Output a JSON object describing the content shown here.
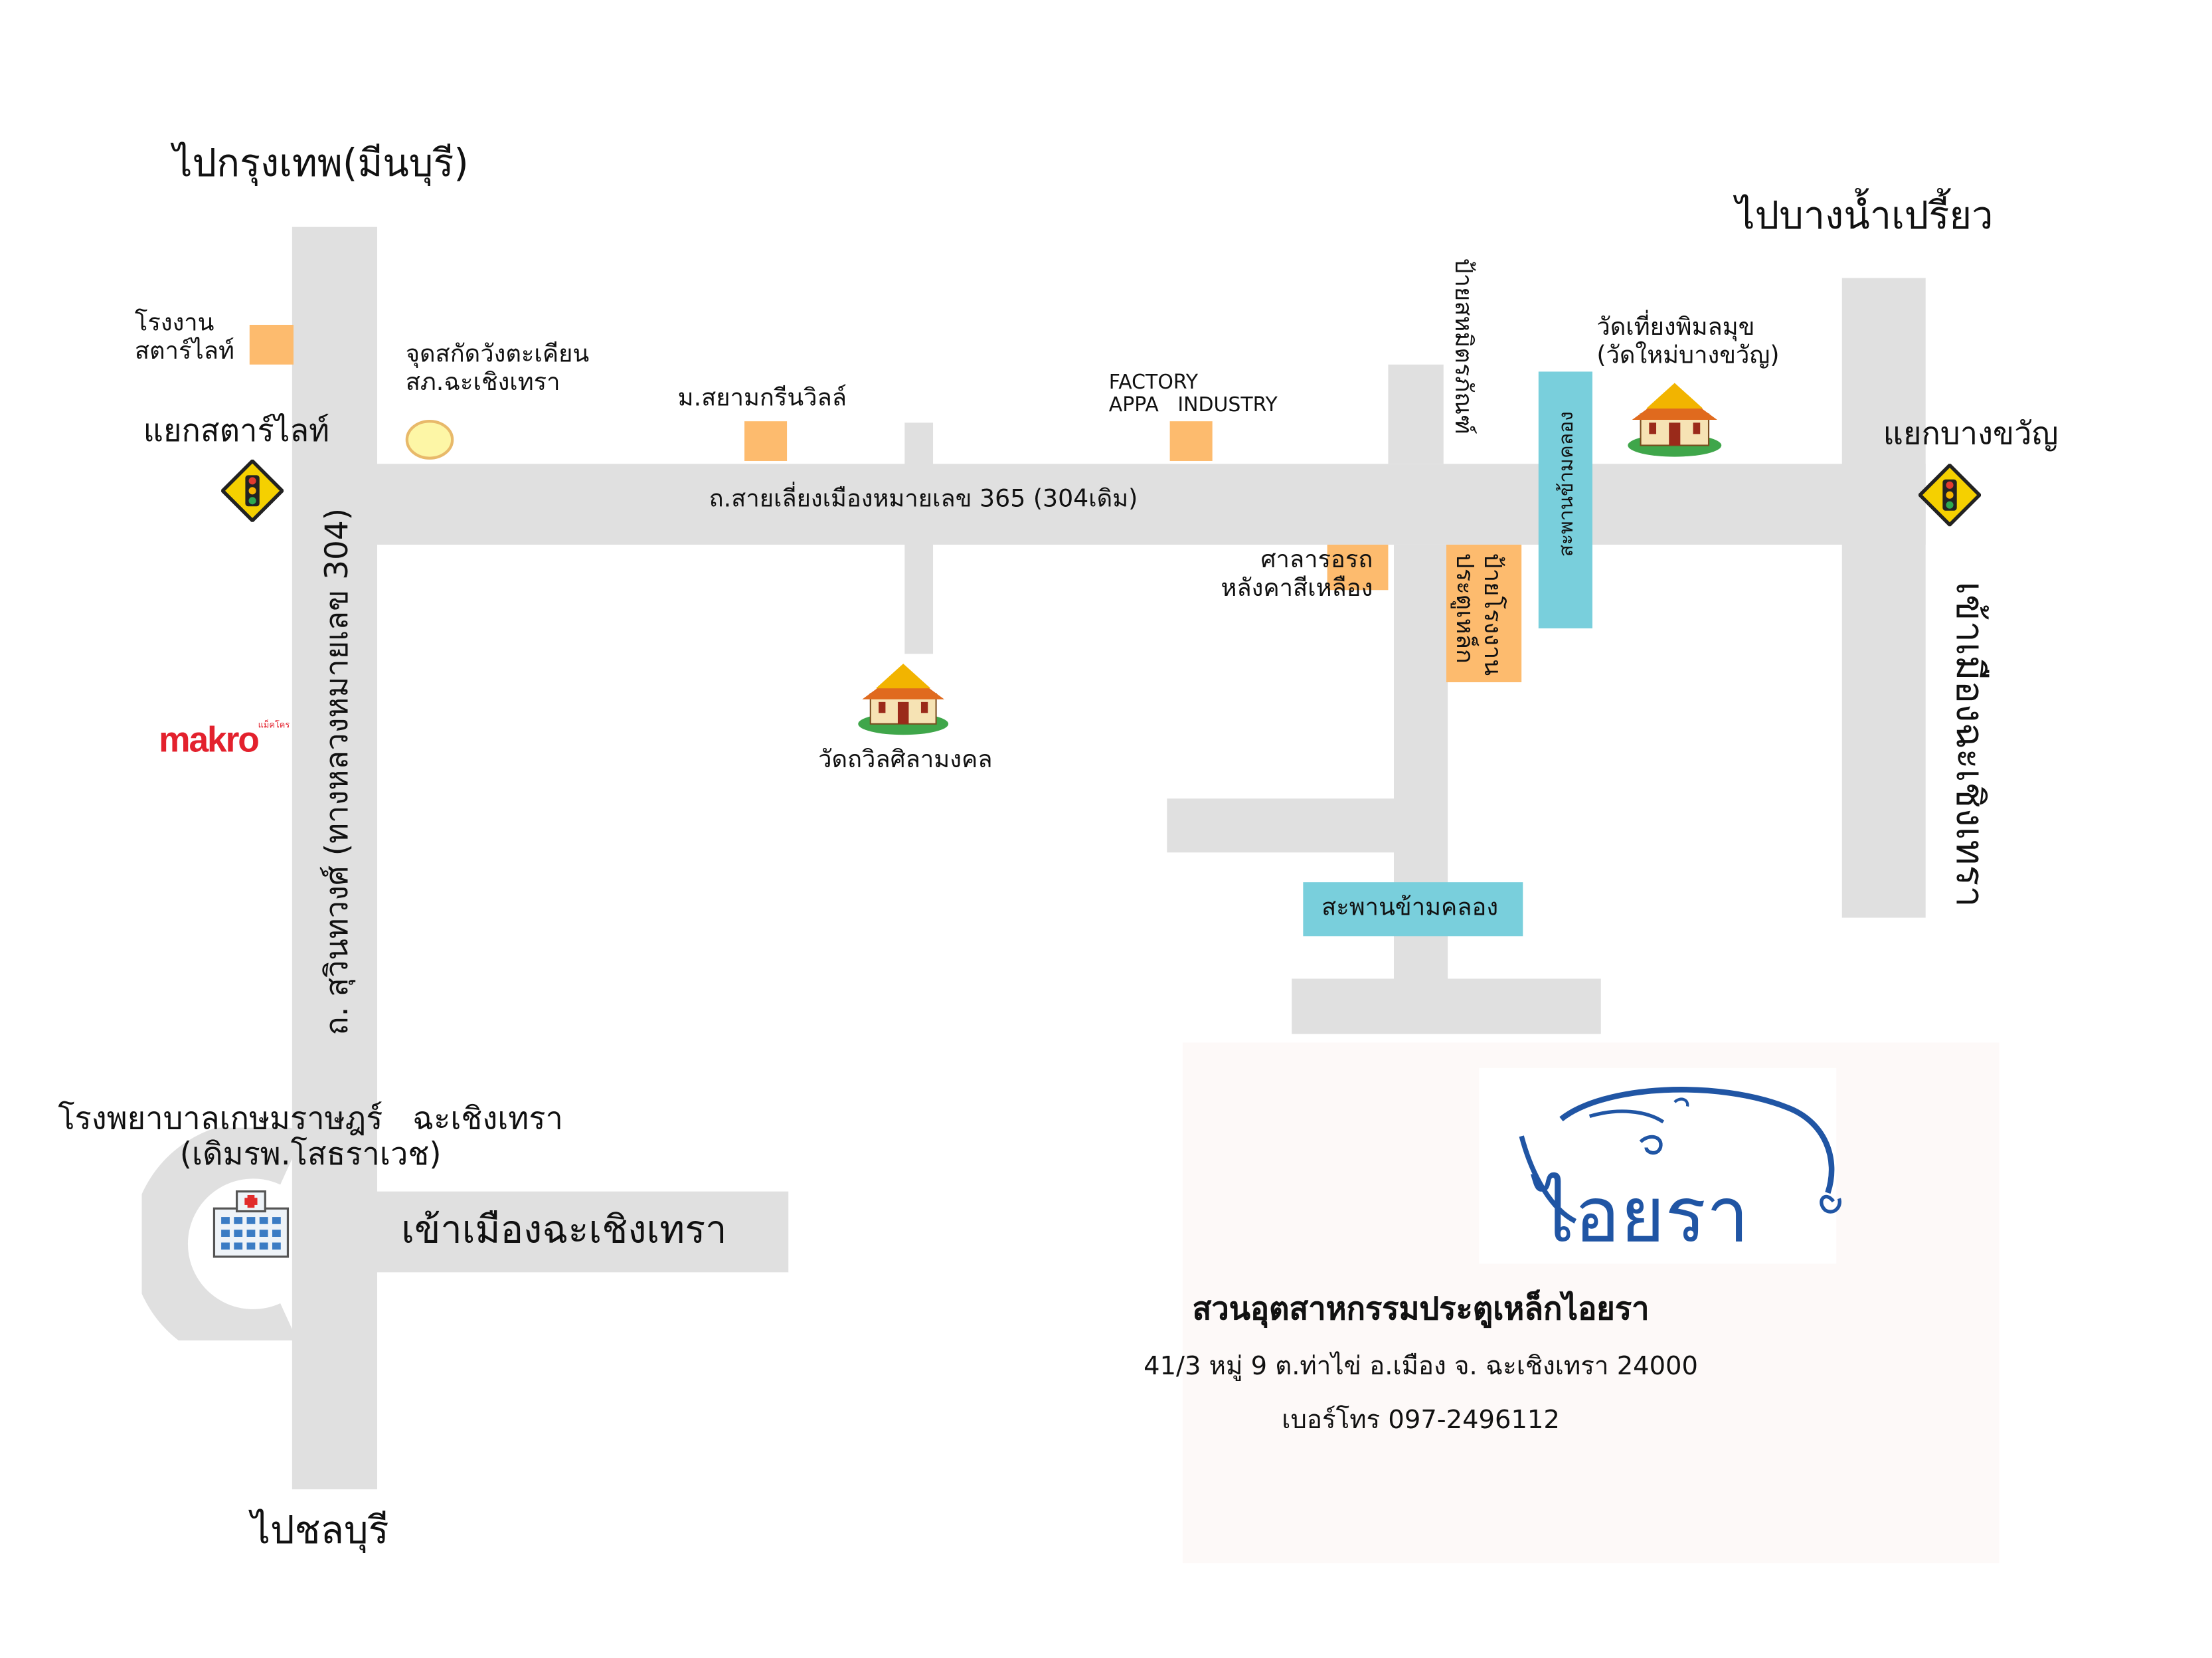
{
  "labels": {
    "to_bangkok": "ไปกรุงเทพ(มีนบุรี)",
    "to_bang_nam_priao": "ไปบางน้ำเปรี้ยว",
    "to_chonburi": "ไปชลบุรี",
    "starlight_factory": "โรงงาน\nสตาร์ไลท์",
    "starlight_junction": "แยกสตาร์ไลท์",
    "police_checkpoint": "จุดสกัดวังตะเคียน\nสภ.ฉะเชิงเทรา",
    "siam_green_ville": "ม.สยามกรีนวิลล์",
    "factory_appa": "FACTORY\nAPPA   INDUSTRY",
    "sign_sahamit": "ป้ายสหมิตรภัณฑ์",
    "wat_thiang": "วัดเที่ยงพิมลมุข\n(วัดใหม่บางขวัญ)",
    "bang_khwan_junction": "แยกบางขวัญ",
    "bypass_road": "ถ.สายเลี่ยงเมืองหมายเลข   365   (304เดิม)",
    "bus_shelter": "ศาลารอรถ\nหลังคาสีเหลือง",
    "sign_steel_gate": "ป้ายโรงงาน\nประตูเหล็ก",
    "canal_bridge_v": "สะพานข้ามคลอง",
    "into_chachoengsao_right": "เข้าเมืองฉะเชิงเทรา",
    "wat_thawin": "วัดถวิลศิลามงคล",
    "suwinthawong_road": "ถ. สุวินทวงศ์ (ทางหลวงหมายเลข 304)",
    "makro": "makro",
    "makro_small": "แม็คโคร",
    "canal_bridge_h": "สะพานข้ามคลอง",
    "hospital": "โรงพยาบาลเกษมราษฎร์   ฉะเชิงเทรา\n(เดิมรพ.โสธราเวช)",
    "into_chachoengsao_left": "เข้าเมืองฉะเชิงเทรา"
  },
  "info": {
    "logo_text": "ไอยรา",
    "name": "สวนอุตสาหกรรมประตูเหล็กไอยรา",
    "address": "41/3 หมู่ 9 ต.ท่าไข่ อ.เมือง จ. ฉะเชิงเทรา 24000",
    "phone": "เบอร์โทร 097-2496112"
  },
  "icons": {
    "traffic_light": "traffic-light-sign-icon",
    "temple": "temple-icon",
    "hospital": "hospital-icon",
    "police": "police-checkpoint-icon"
  },
  "colors": {
    "road": "#e0e0e0",
    "landmark_orange": "#fdbb6e",
    "bridge_blue": "#79cfdc",
    "logo_blue": "#2055a4",
    "makro_red": "#e3212d",
    "info_panel": "#fdf9f8"
  }
}
